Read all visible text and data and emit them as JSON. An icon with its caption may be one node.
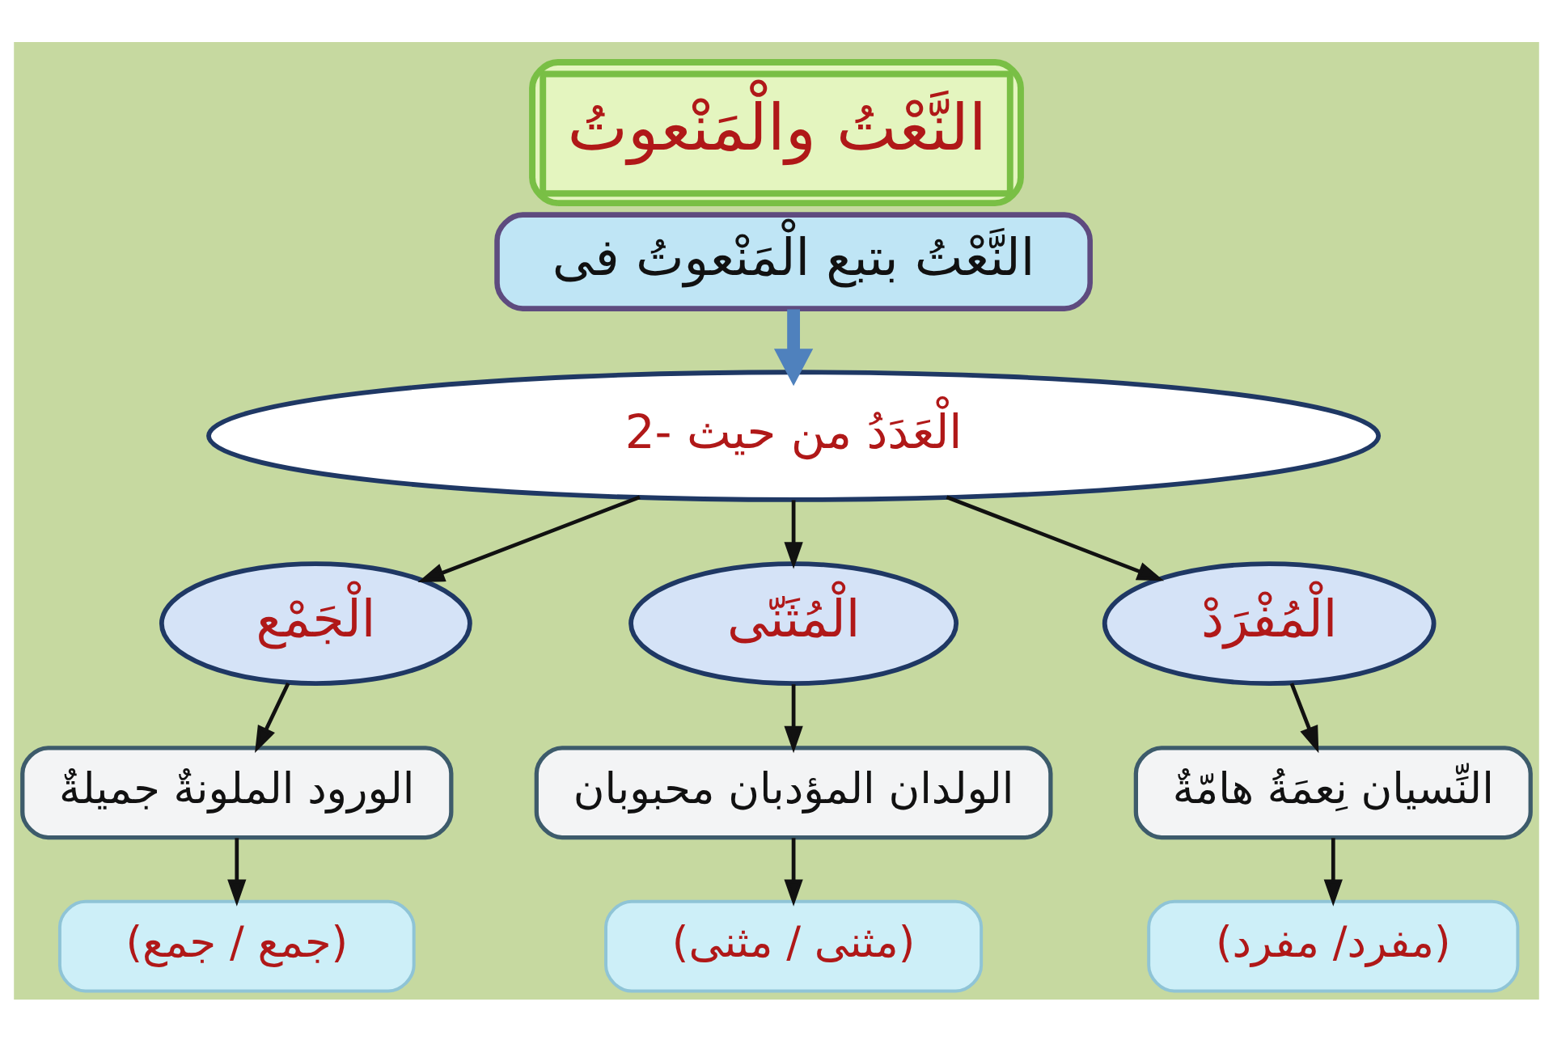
{
  "diagram": {
    "title": "النَّعْتُ والْمَنْعوتُ",
    "nodes": [
      {
        "text": [
          "النَّعْتُ بتبع الْمَنْعوتُ فى"
        ]
      },
      {
        "text": [
          "2- الْعَدَدُ من حيث"
        ]
      },
      {
        "text": [
          "الْجَمْع"
        ]
      },
      {
        "text": [
          "الْمُثَنّى"
        ]
      },
      {
        "text": [
          "الْمُفْرَدْ"
        ]
      },
      {
        "text": [
          "الورود الملونةٌ جميلةٌ"
        ]
      },
      {
        "text": [
          "الولدان المؤدبان محبوبان"
        ]
      },
      {
        "text": [
          "النِّسيان نِعمَةُ هامّةٌ"
        ]
      },
      {
        "text": [
          "(جمع / جمع)"
        ]
      },
      {
        "text": [
          "(مثنى / مثنى)"
        ]
      },
      {
        "text": [
          "(مفرد/ مفرد)"
        ]
      }
    ],
    "edges": [
      {
        "from": 0,
        "to": 1,
        "arrow": "to",
        "style": "thick",
        "color": "#4f81bd"
      },
      {
        "from": 1,
        "to": 2,
        "arrow": "to"
      },
      {
        "from": 1,
        "to": 3,
        "arrow": "to"
      },
      {
        "from": 1,
        "to": 4,
        "arrow": "to"
      },
      {
        "from": 2,
        "to": 5,
        "arrow": "to"
      },
      {
        "from": 3,
        "to": 6,
        "arrow": "to"
      },
      {
        "from": 4,
        "to": 7,
        "arrow": "to"
      },
      {
        "from": 5,
        "to": 8,
        "arrow": "to"
      },
      {
        "from": 6,
        "to": 9,
        "arrow": "to"
      },
      {
        "from": 7,
        "to": 10,
        "arrow": "to"
      }
    ]
  }
}
